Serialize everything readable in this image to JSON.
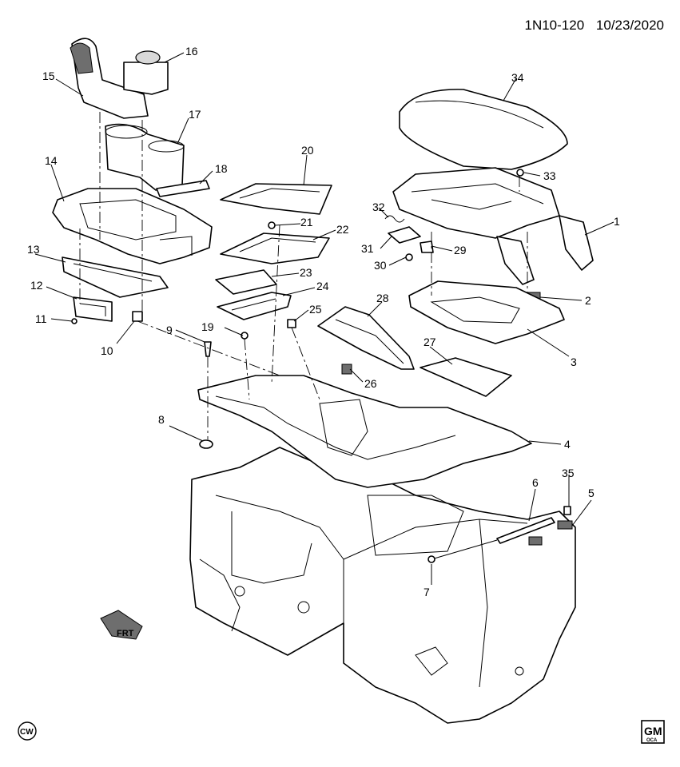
{
  "header": {
    "diagram_id": "1N10-120",
    "date": "10/23/2020"
  },
  "callouts": [
    "1",
    "2",
    "3",
    "4",
    "5",
    "6",
    "7",
    "8",
    "9",
    "10",
    "11",
    "12",
    "13",
    "14",
    "15",
    "16",
    "17",
    "18",
    "19",
    "20",
    "21",
    "22",
    "23",
    "24",
    "25",
    "26",
    "27",
    "28",
    "29",
    "30",
    "31",
    "32",
    "33",
    "34",
    "35"
  ],
  "badges": {
    "cw": "CW",
    "frt": "FRT",
    "gm": "GM",
    "gm_sub": "OCA"
  }
}
